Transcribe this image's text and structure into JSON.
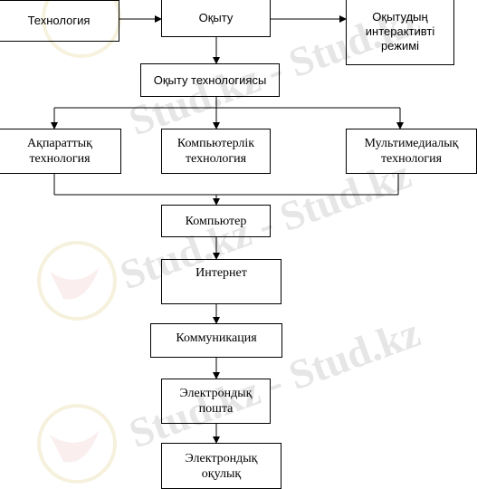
{
  "watermark": {
    "text": "Stud.kz - Stud.kz"
  },
  "nodes": {
    "technology": "Технология",
    "teaching": "Оқыту",
    "interactive_mode": [
      "Оқытудың",
      "интерактивті",
      "режимі"
    ],
    "teaching_technology": "Оқыту технологиясы",
    "information_technology": [
      "Ақпараттық",
      "технология"
    ],
    "computer_technology": [
      "Компьютерлік",
      "технология"
    ],
    "multimedia_technology": [
      "Мультимедиалық",
      "технология"
    ],
    "computer": "Компьютер",
    "internet": "Интернет",
    "communication": "Коммуникация",
    "email": [
      "Электрондық",
      "пошта"
    ],
    "etextbook": [
      "Электрондық",
      "оқулық"
    ]
  }
}
